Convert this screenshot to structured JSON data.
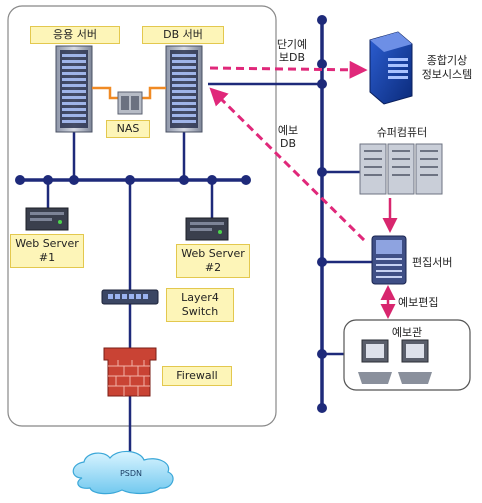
{
  "labels": {
    "app_server": "응용 서버",
    "db_server": "DB 서버",
    "nas": "NAS",
    "web_server_1": "Web Server\n#1",
    "web_server_2": "Web Server\n#2",
    "layer4_switch": "Layer4\nSwitch",
    "firewall": "Firewall",
    "psdn": "PSDN",
    "short_term_db": "단기예\n보DB",
    "forecast_db": "예보\nDB",
    "integrated_weather_system": "종합기상\n정보시스템",
    "supercomputer": "슈퍼컴퓨터",
    "editing_server": "편집서버",
    "forecast_editing": "예보편집",
    "forecast_office": "예보관"
  },
  "colors": {
    "bus_line": "#1e2a7a",
    "dashed_arrow": "#e0287a",
    "label_fill": "#fdf5b8",
    "label_border": "#e3c84e",
    "nas_link": "#f08a24",
    "network_frame": "#888888"
  }
}
